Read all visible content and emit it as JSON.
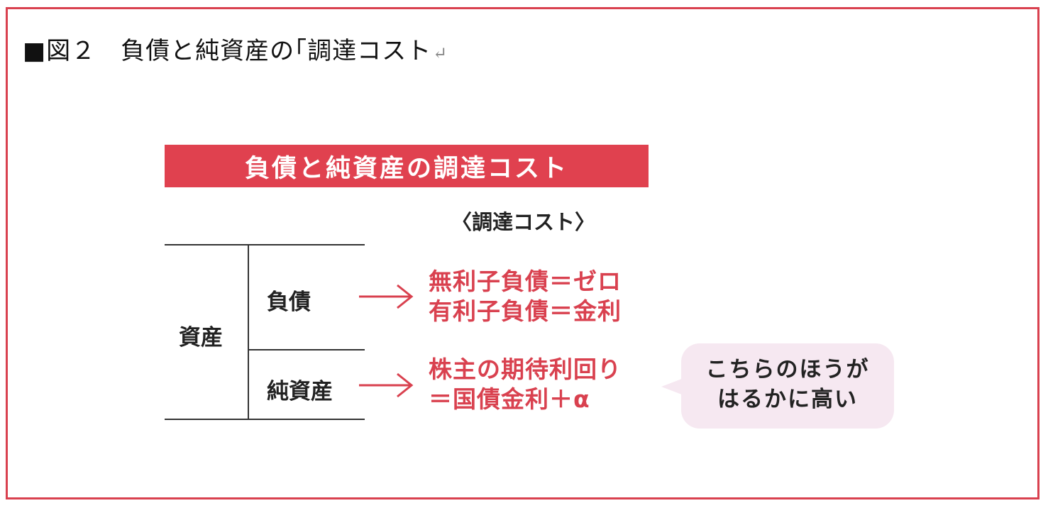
{
  "caption": {
    "text": "■図２　負債と純資産の｢調達コスト",
    "return_mark": "↵"
  },
  "diagram": {
    "banner_title": "負債と純資産の調達コスト",
    "cost_heading": "〈調達コスト〉",
    "root_label": "資産",
    "branches": [
      {
        "label": "負債",
        "costs": [
          "無利子負債＝ゼロ",
          "有利子負債＝金利"
        ]
      },
      {
        "label": "純資産",
        "costs": [
          "株主の期待利回り",
          "＝国債金利＋α"
        ]
      }
    ],
    "callout": {
      "lines": [
        "こちらのほうが",
        "はるかに高い"
      ]
    }
  },
  "colors": {
    "accent": "#e0414f",
    "frame": "#d9414f",
    "callout_bg": "#f6e8f1",
    "text": "#222222"
  }
}
